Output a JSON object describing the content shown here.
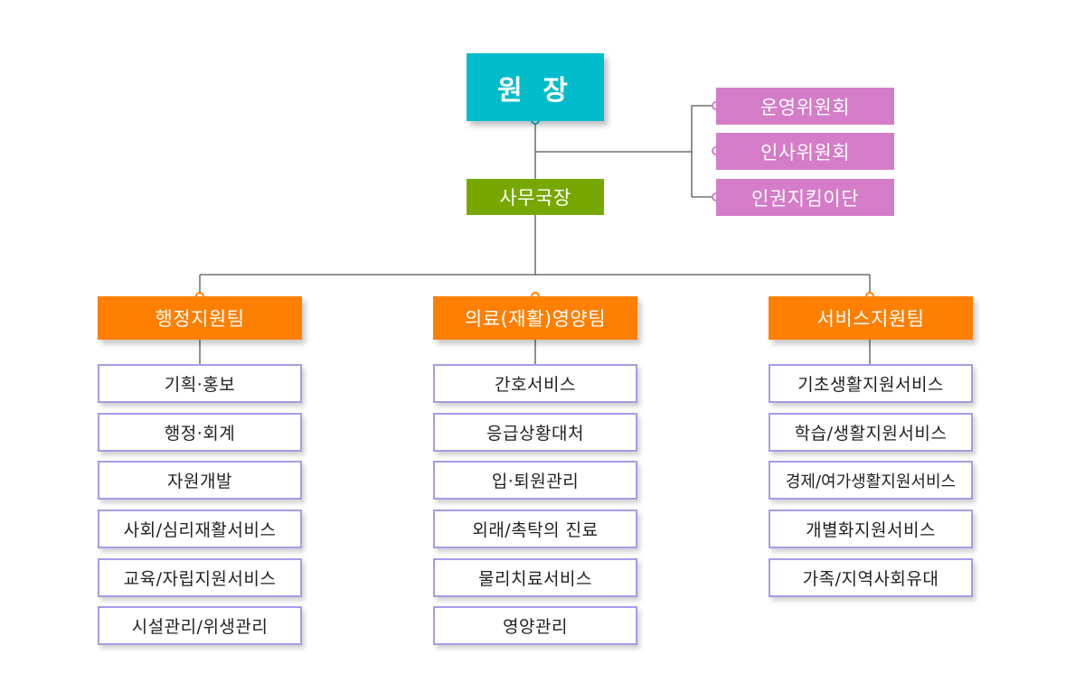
{
  "director": {
    "label": "원 장"
  },
  "secretary": {
    "label": "사무국장"
  },
  "committees": [
    {
      "label": "운영위원회"
    },
    {
      "label": "인사위원회"
    },
    {
      "label": "인권지킴이단"
    }
  ],
  "teams": [
    {
      "label": "행정지원팀",
      "items": [
        "기획·홍보",
        "행정·회계",
        "자원개발",
        "사회/심리재활서비스",
        "교육/자립지원서비스",
        "시설관리/위생관리"
      ]
    },
    {
      "label": "의료(재활)영양팀",
      "items": [
        "간호서비스",
        "응급상황대처",
        "입·퇴원관리",
        "외래/촉탁의 진료",
        "물리치료서비스",
        "영양관리"
      ]
    },
    {
      "label": "서비스지원팀",
      "items": [
        "기초생활지원서비스",
        "학습/생활지원서비스",
        "경제/여가생활지원서비스",
        "개별화지원서비스",
        "가족/지역사회유대"
      ]
    }
  ],
  "colors": {
    "director": "#00bccb",
    "secretary": "#78a800",
    "committee": "#d47cc8",
    "team": "#ff7f00",
    "item_border": "#a79be8"
  }
}
